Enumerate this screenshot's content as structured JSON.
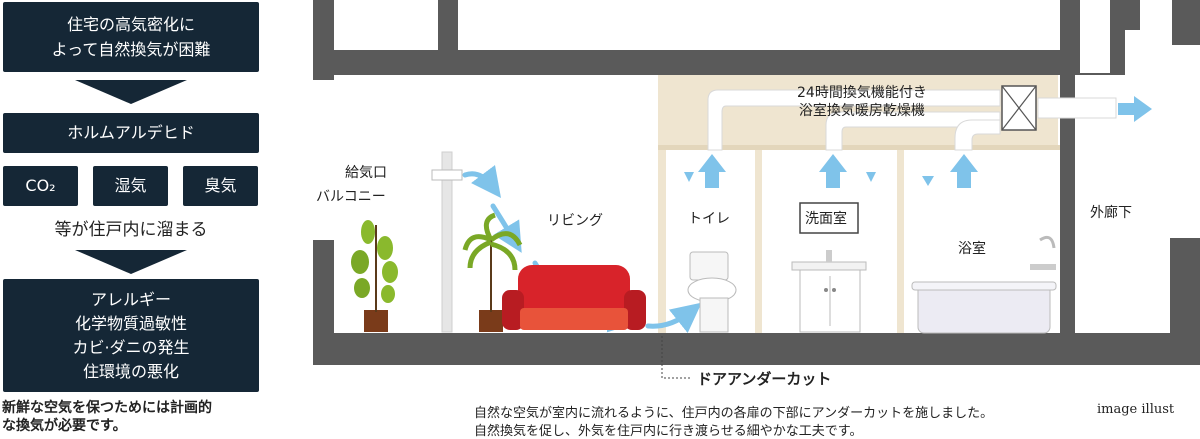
{
  "left_panel": {
    "box1_line1": "住宅の高気密化に",
    "box1_line2": "よって自然換気が困難",
    "box2": "ホルムアルデヒド",
    "small_boxes": [
      "CO₂",
      "湿気",
      "臭気"
    ],
    "middle_text": "等が住戸内に溜まる",
    "box3_lines": [
      "アレルギー",
      "化学物質過敏性",
      "カビ·ダニの発生",
      "住環境の悪化"
    ],
    "bottom_line1": "新鮮な空気を保つためには計画的",
    "bottom_line2": "な換気が必要です。"
  },
  "diagram": {
    "fan_label_line1": "24時間換気機能付き",
    "fan_label_line2": "浴室換気暖房乾燥機",
    "intake_label": "給気口",
    "balcony_label": "バルコニー",
    "living_label": "リビング",
    "toilet_label": "トイレ",
    "washroom_label": "洗面室",
    "bathroom_label": "浴室",
    "corridor_label": "外廊下",
    "undercut_label": "ドアアンダーカット",
    "caption_line1": "自然な空気が室内に流れるように、住戸内の各扉の下部にアンダーカットを施しました。",
    "caption_line2": "自然換気を促し、外気を住戸内に行き渡らせる細やかな工夫です。",
    "image_note": "image illust"
  },
  "colors": {
    "navy": "#152736",
    "wall": "#5a5a5a",
    "ceiling_beige": "#efe5d0",
    "airflow": "#7fc3ea",
    "sofa_red": "#d8232a"
  }
}
